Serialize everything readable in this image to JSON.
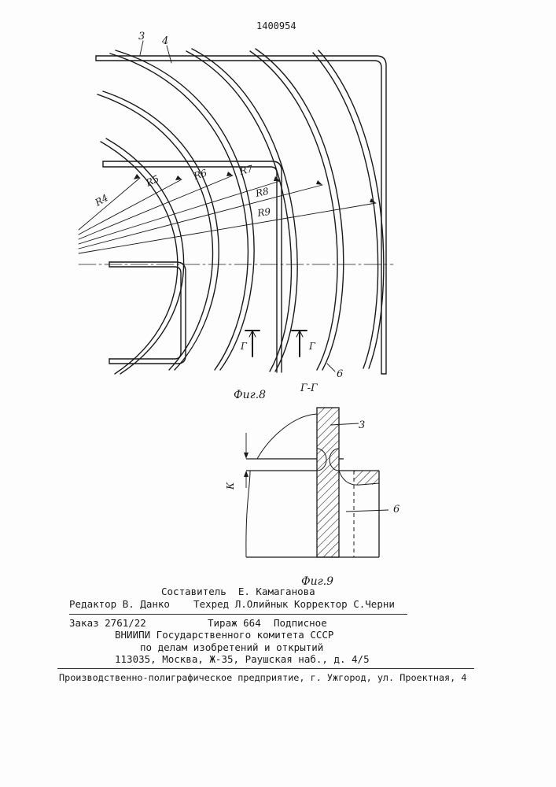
{
  "header": {
    "patent_number": "1400954"
  },
  "figure8": {
    "caption": "Фиг.8",
    "labels": {
      "part3": "3",
      "part4": "4",
      "part6": "6",
      "r4": "R4",
      "r5": "R5",
      "r6": "R6",
      "r7": "R7",
      "r8": "R8",
      "r9": "R9",
      "section_left": "Г",
      "section_right": "Г"
    }
  },
  "figure9": {
    "caption": "Фиг.9",
    "section_title": "Г-Г",
    "labels": {
      "part3": "3",
      "part6": "6",
      "k": "К"
    }
  },
  "imprint": {
    "compiler": "Составитель  Е. Камаганова",
    "editors": "Редактор В. Данко    Техред Л.Олийнык Корректор С.Черни",
    "order": "Заказ 2761/22",
    "circulation": "Тираж 664",
    "subscription": "Подписное",
    "org1": "ВНИИПИ Государственного комитета СССР",
    "org2": "по делам изобретений и открытий",
    "address": "113035, Москва, Ж-35, Раушская наб., д. 4/5",
    "printer": "Производственно-полиграфическое предприятие, г. Ужгород, ул. Проектная, 4"
  }
}
